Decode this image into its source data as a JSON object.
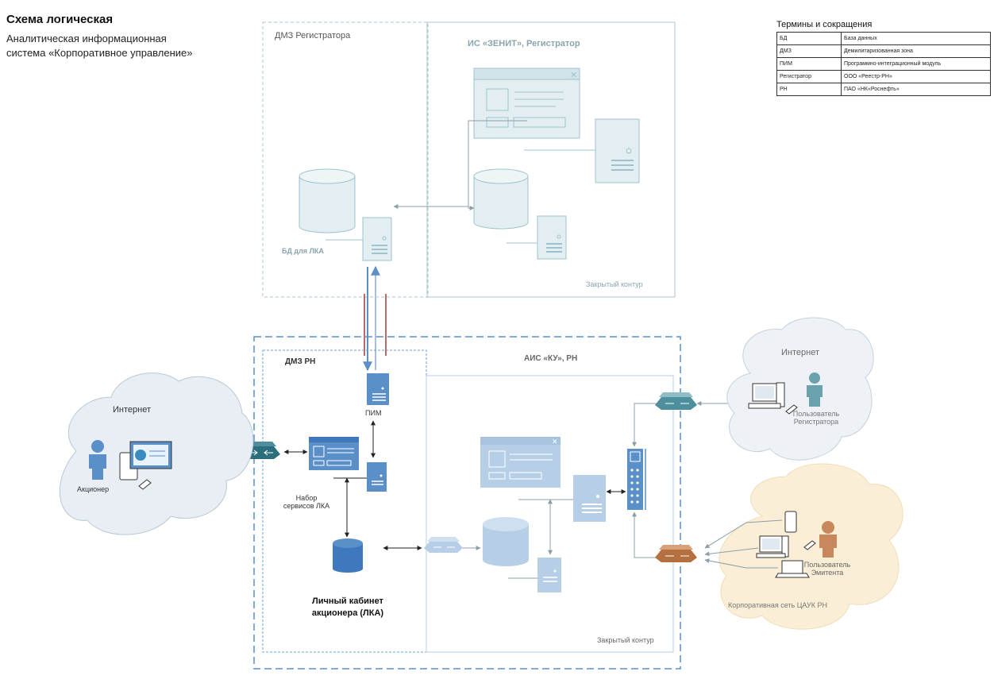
{
  "title": "Схема логическая",
  "subtitle_line1": "Аналитическая информационная",
  "subtitle_line2": "система «Корпоративное управление»",
  "terms": {
    "title": "Термины и сокращения",
    "rows": [
      {
        "term": "БД",
        "def": "База данных"
      },
      {
        "term": "ДМЗ",
        "def": "Демилитаризованная зона"
      },
      {
        "term": "ПИМ",
        "def": "Программно-интеграционный модуль"
      },
      {
        "term": "Регистратор",
        "def": "ООО «Реестр-РН»"
      },
      {
        "term": "РН",
        "def": "ПАО «НК«Роснефть»"
      }
    ]
  },
  "labels": {
    "dmz_registrator": "ДМЗ Регистратора",
    "is_zenit": "ИС «ЗЕНИТ», Регистратор",
    "db_lka": "БД для ЛКА",
    "closed_contour_top": "Закрытый контур",
    "dmz_rn": "ДМЗ РН",
    "ais_ku": "АИС «КУ», РН",
    "pim": "ПИМ",
    "lka_services_1": "Набор",
    "lka_services_2": "сервисов ЛКА",
    "lka_1": "Личный кабинет",
    "lka_2": "акционера (ЛКА)",
    "closed_contour_bottom": "Закрытый контур",
    "internet_left": "Интернет",
    "shareholder": "Акционер",
    "internet_right": "Интернет",
    "registrator_user_1": "Пользователь",
    "registrator_user_2": "Регистратора",
    "issuer_user_1": "Пользователь",
    "issuer_user_2": "Эмитента",
    "corp_network": "Корпоративная сеть ЦАУК РН"
  },
  "colors": {
    "light_outline": "#9fc3cc",
    "blue": "#5b8fc8",
    "dark_blue": "#3f79bd",
    "light_blue": "#b7cfe6",
    "teal": "#4d8f9c",
    "orange": "#c8875c",
    "cloud_fill": "#e8eef3",
    "orange_cloud_fill": "#fbeed6"
  }
}
